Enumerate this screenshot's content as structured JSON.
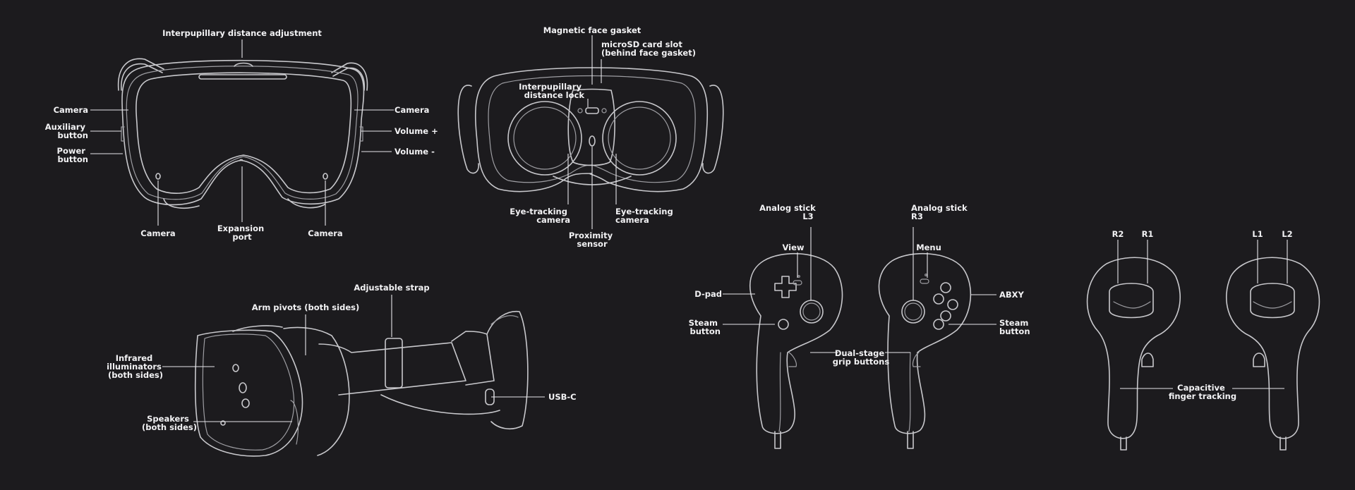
{
  "colors": {
    "background": "#1c1b1e",
    "outline": "#c8c8cc",
    "label": "#f2f2f4"
  },
  "headset_front": {
    "ipd_adjustment": "Interpupillary distance adjustment",
    "camera_left": "Camera",
    "auxiliary_button": [
      "Auxiliary",
      "button"
    ],
    "power_button": [
      "Power",
      "button"
    ],
    "camera_right": "Camera",
    "volume_up": "Volume +",
    "volume_down": "Volume -",
    "camera_bottom_left": "Camera",
    "expansion_port": [
      "Expansion",
      "port"
    ],
    "camera_bottom_right": "Camera"
  },
  "headset_back": {
    "magnetic_face_gasket": "Magnetic face gasket",
    "microsd_slot": [
      "microSD card slot",
      "(behind face gasket)"
    ],
    "ipd_lock": [
      "Interpupillary",
      "distance lock"
    ],
    "eye_tracking_left": [
      "Eye-tracking",
      "camera"
    ],
    "proximity_sensor": [
      "Proximity",
      "sensor"
    ],
    "eye_tracking_right": [
      "Eye-tracking",
      "camera"
    ]
  },
  "headset_side": {
    "adjustable_strap": "Adjustable strap",
    "arm_pivots": "Arm pivots (both sides)",
    "infrared_illuminators": [
      "Infrared",
      "illuminators",
      "(both sides)"
    ],
    "speakers": [
      "Speakers",
      "(both sides)"
    ],
    "usb_c": "USB-C"
  },
  "controllers_front": {
    "analog_stick_l3": [
      "Analog stick",
      "L3"
    ],
    "analog_stick_r3": [
      "Analog stick",
      "R3"
    ],
    "view": "View",
    "menu": "Menu",
    "dpad": "D-pad",
    "abxy": "ABXY",
    "steam_button_left": [
      "Steam",
      "button"
    ],
    "steam_button_right": [
      "Steam",
      "button"
    ],
    "grip_buttons": [
      "Dual-stage",
      "grip buttons"
    ]
  },
  "controllers_back": {
    "r2": "R2",
    "r1": "R1",
    "l1": "L1",
    "l2": "L2",
    "capacitive": [
      "Capacitive",
      "finger tracking"
    ]
  }
}
